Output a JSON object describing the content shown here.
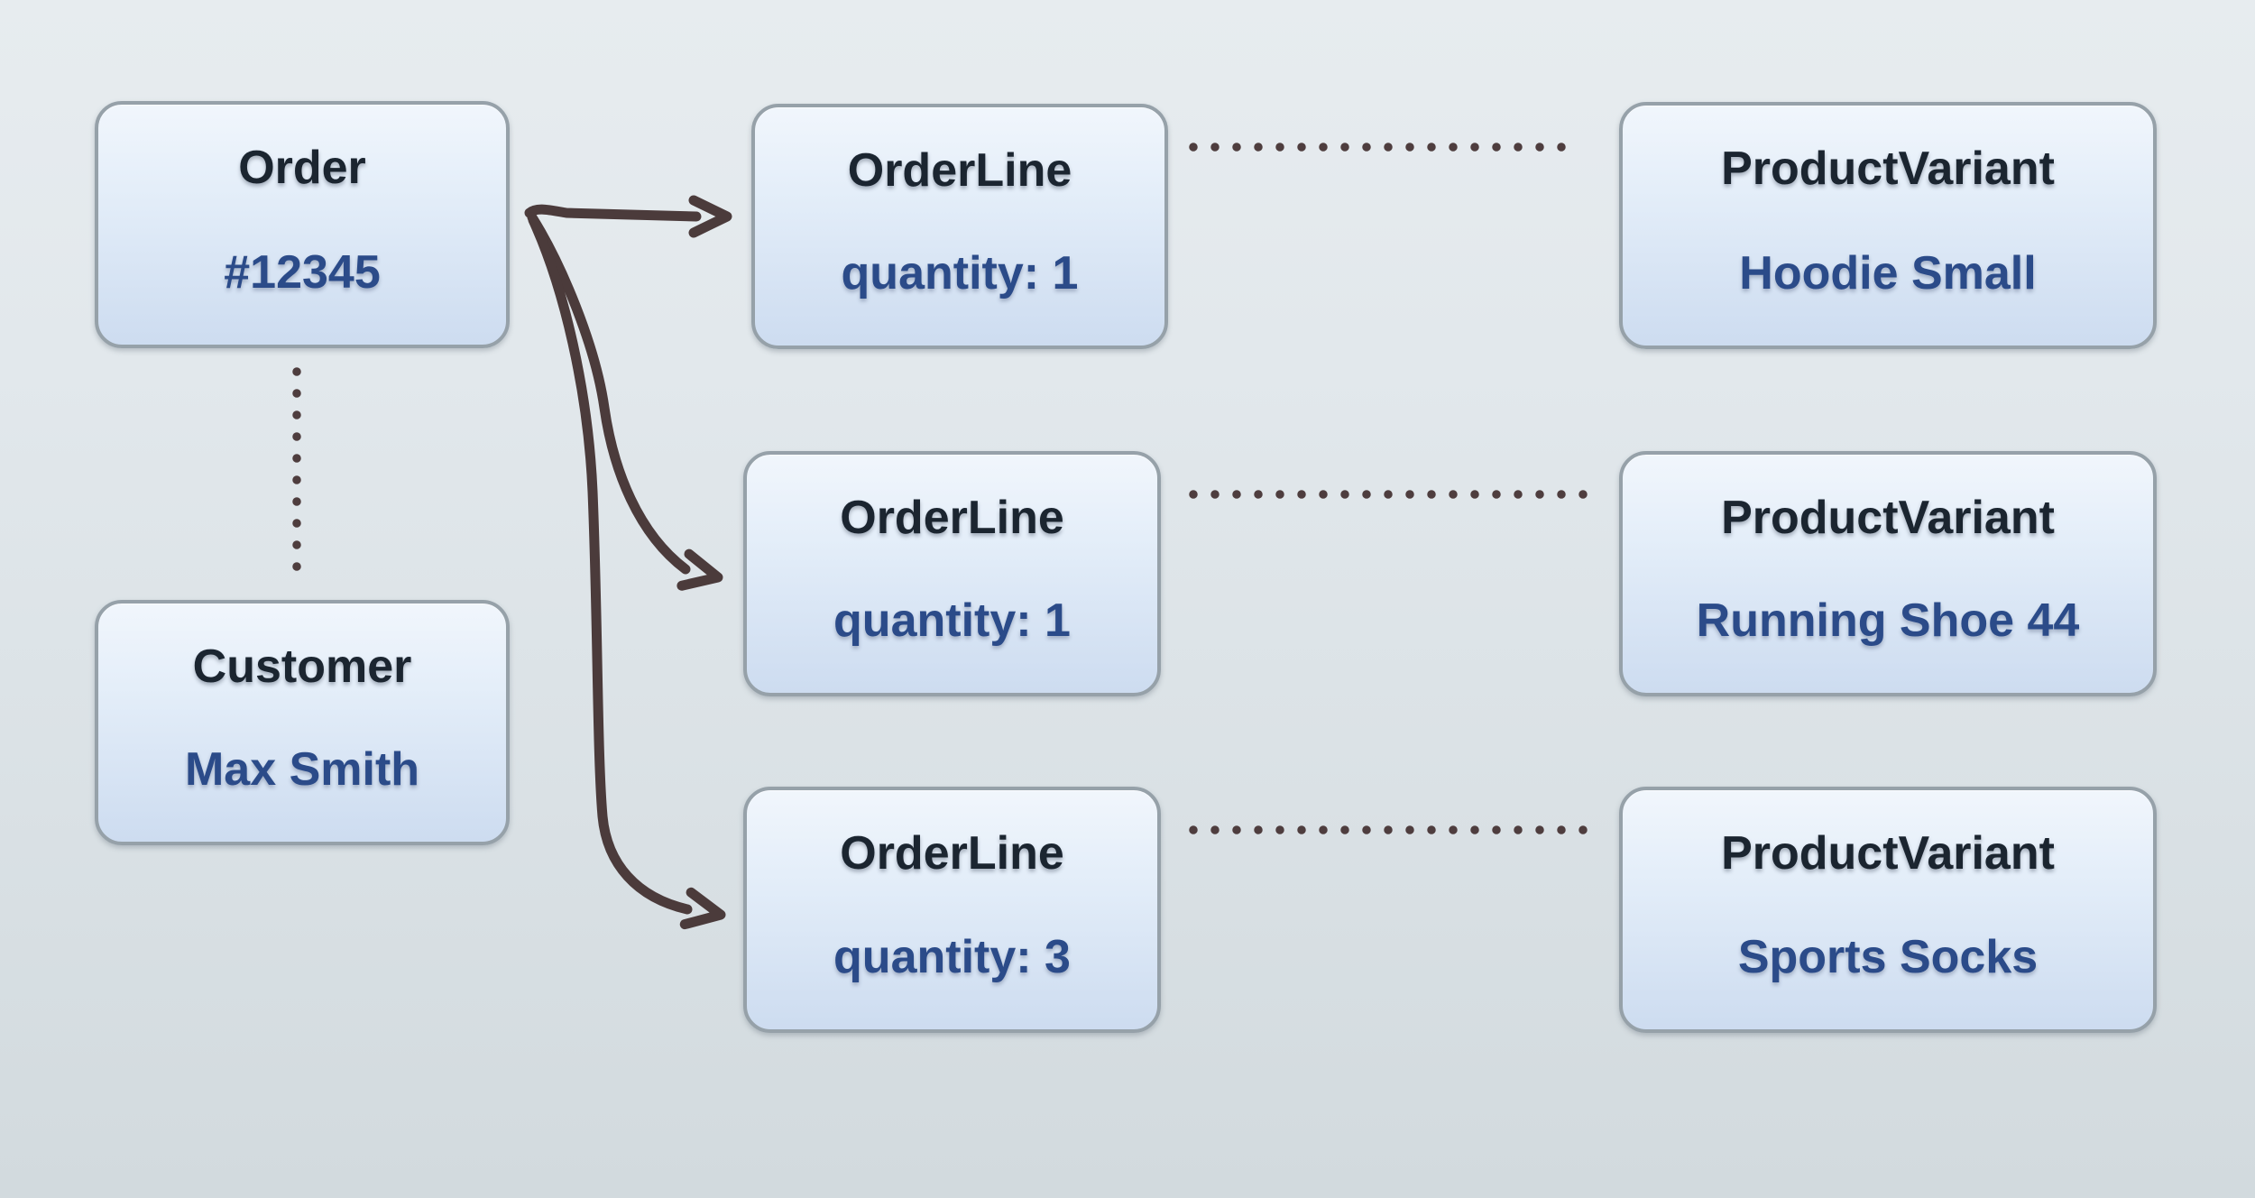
{
  "diagram": {
    "nodes": [
      {
        "id": "order",
        "title": "Order",
        "value": "#12345"
      },
      {
        "id": "customer",
        "title": "Customer",
        "value": "Max Smith"
      },
      {
        "id": "orderline-1",
        "title": "OrderLine",
        "value": "quantity: 1"
      },
      {
        "id": "orderline-2",
        "title": "OrderLine",
        "value": "quantity: 1"
      },
      {
        "id": "orderline-3",
        "title": "OrderLine",
        "value": "quantity: 3"
      },
      {
        "id": "productvariant-1",
        "title": "ProductVariant",
        "value": "Hoodie Small"
      },
      {
        "id": "productvariant-2",
        "title": "ProductVariant",
        "value": "Running Shoe 44"
      },
      {
        "id": "productvariant-3",
        "title": "ProductVariant",
        "value": "Sports Socks"
      }
    ],
    "edges": [
      {
        "from": "order",
        "to": "orderline-1",
        "style": "solid-arrow"
      },
      {
        "from": "order",
        "to": "orderline-2",
        "style": "solid-arrow"
      },
      {
        "from": "order",
        "to": "orderline-3",
        "style": "solid-arrow"
      },
      {
        "from": "order",
        "to": "customer",
        "style": "dotted"
      },
      {
        "from": "orderline-1",
        "to": "productvariant-1",
        "style": "dotted"
      },
      {
        "from": "orderline-2",
        "to": "productvariant-2",
        "style": "dotted"
      },
      {
        "from": "orderline-3",
        "to": "productvariant-3",
        "style": "dotted"
      }
    ],
    "colors": {
      "background_top": "#e7ecef",
      "background_bottom": "#d2dade",
      "node_fill_top": "#f1f6fc",
      "node_fill_bottom": "#cddcf0",
      "node_border": "#96a1a9",
      "title_text": "#1b2530",
      "value_text": "#2b4b89",
      "connector": "#4b3b3b"
    }
  }
}
